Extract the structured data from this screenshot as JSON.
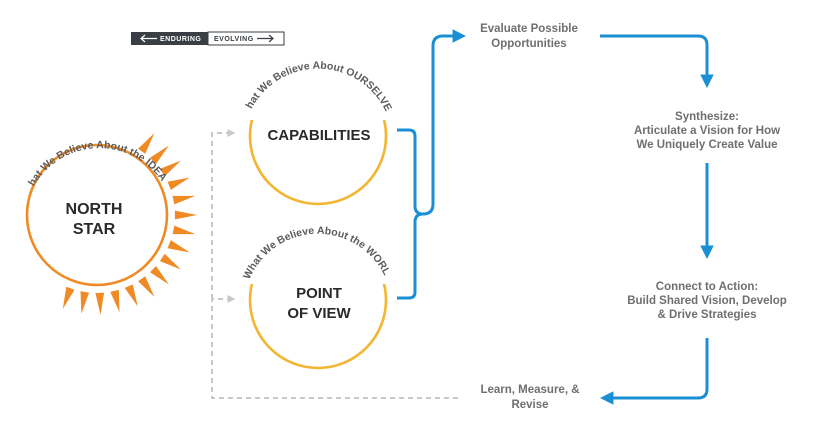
{
  "toggle": {
    "left_label": "ENDURING",
    "right_label": "EVOLVING"
  },
  "north_star": {
    "title_line1": "NORTH",
    "title_line2": "STAR",
    "arc_label": "What We Believe About the IDEAL"
  },
  "capabilities": {
    "title": "CAPABILITIES",
    "arc_label": "What We Believe About OURSELVES"
  },
  "point_of_view": {
    "title_line1": "POINT",
    "title_line2": "OF VIEW",
    "arc_label": "What We Believe About the WORLD"
  },
  "steps": {
    "evaluate": [
      "Evaluate Possible",
      "Opportunities"
    ],
    "synthesize": [
      "Synthesize:",
      "Articulate a Vision for How",
      "We Uniquely Create Value"
    ],
    "connect": [
      "Connect to Action:",
      "Build Shared Vision, Develop",
      "& Drive Strategies"
    ],
    "learn": [
      "Learn, Measure, &",
      "Revise"
    ]
  },
  "colors": {
    "orange": "#F08A24",
    "gold": "#F2B632",
    "blue": "#1B8FD3",
    "gray_dash": "#C8C8C8",
    "toggle_dark": "#3a3f45"
  }
}
